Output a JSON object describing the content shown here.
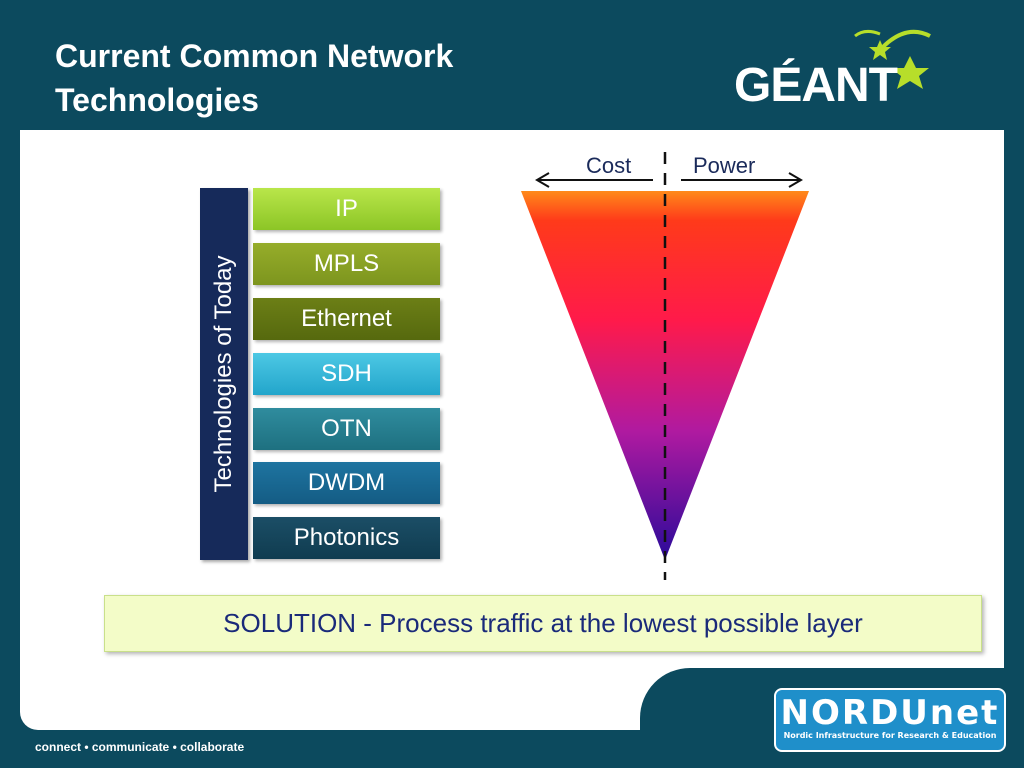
{
  "header": {
    "title_line1": "Current Common Network",
    "title_line2": "Technologies",
    "logo_text": "GÉANT"
  },
  "diagram": {
    "vertical_label": "Technologies of Today",
    "layers": [
      "IP",
      "MPLS",
      "Ethernet",
      "SDH",
      "OTN",
      "DWDM",
      "Photonics"
    ],
    "cost_label": "Cost",
    "power_label": "Power"
  },
  "solution_text": "SOLUTION - Process traffic at the lowest possible layer",
  "footer": {
    "tagline": "connect • communicate • collaborate",
    "partner_logo": "NORDUnet",
    "partner_tagline": "Nordic Infrastructure for Research & Education"
  },
  "colors": {
    "background": "#0c4a5e",
    "accent_green": "#8cc526",
    "triangle_top": "#ff4a1a",
    "triangle_bottom": "#2a0a9a"
  }
}
